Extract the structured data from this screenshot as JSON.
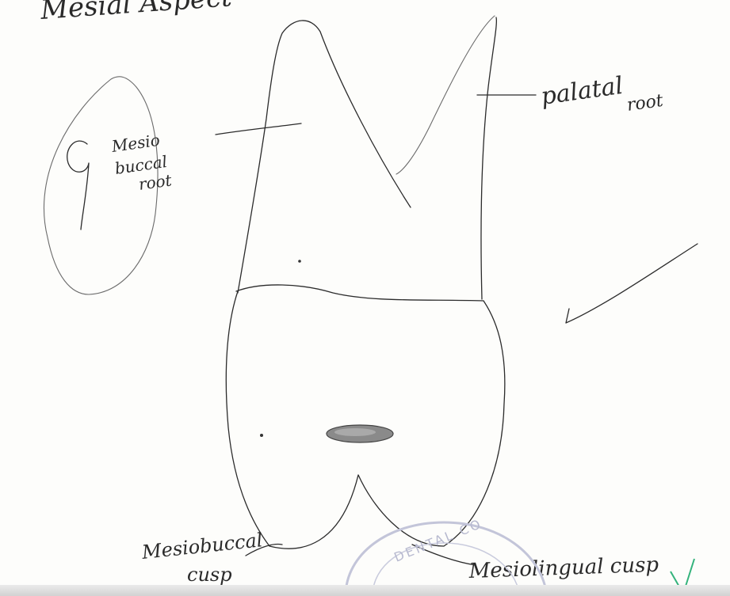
{
  "title": "Mesial Aspect",
  "labels": {
    "palatal_root": [
      "palatal",
      "root"
    ],
    "mesiobuccal_root": [
      "Mesio",
      "buccal",
      "root"
    ],
    "mesiobuccal_cusp": [
      "Mesiobuccal",
      "cusp"
    ],
    "mesiolingual_cusp": "Mesiolingual cusp"
  },
  "stamp_text": "DENTAL CO",
  "colors": {
    "ink": "#2b2b2b",
    "stamp": "#b7b9cf",
    "tick_green": "#34b37c",
    "paper": "#fdfdfb"
  }
}
